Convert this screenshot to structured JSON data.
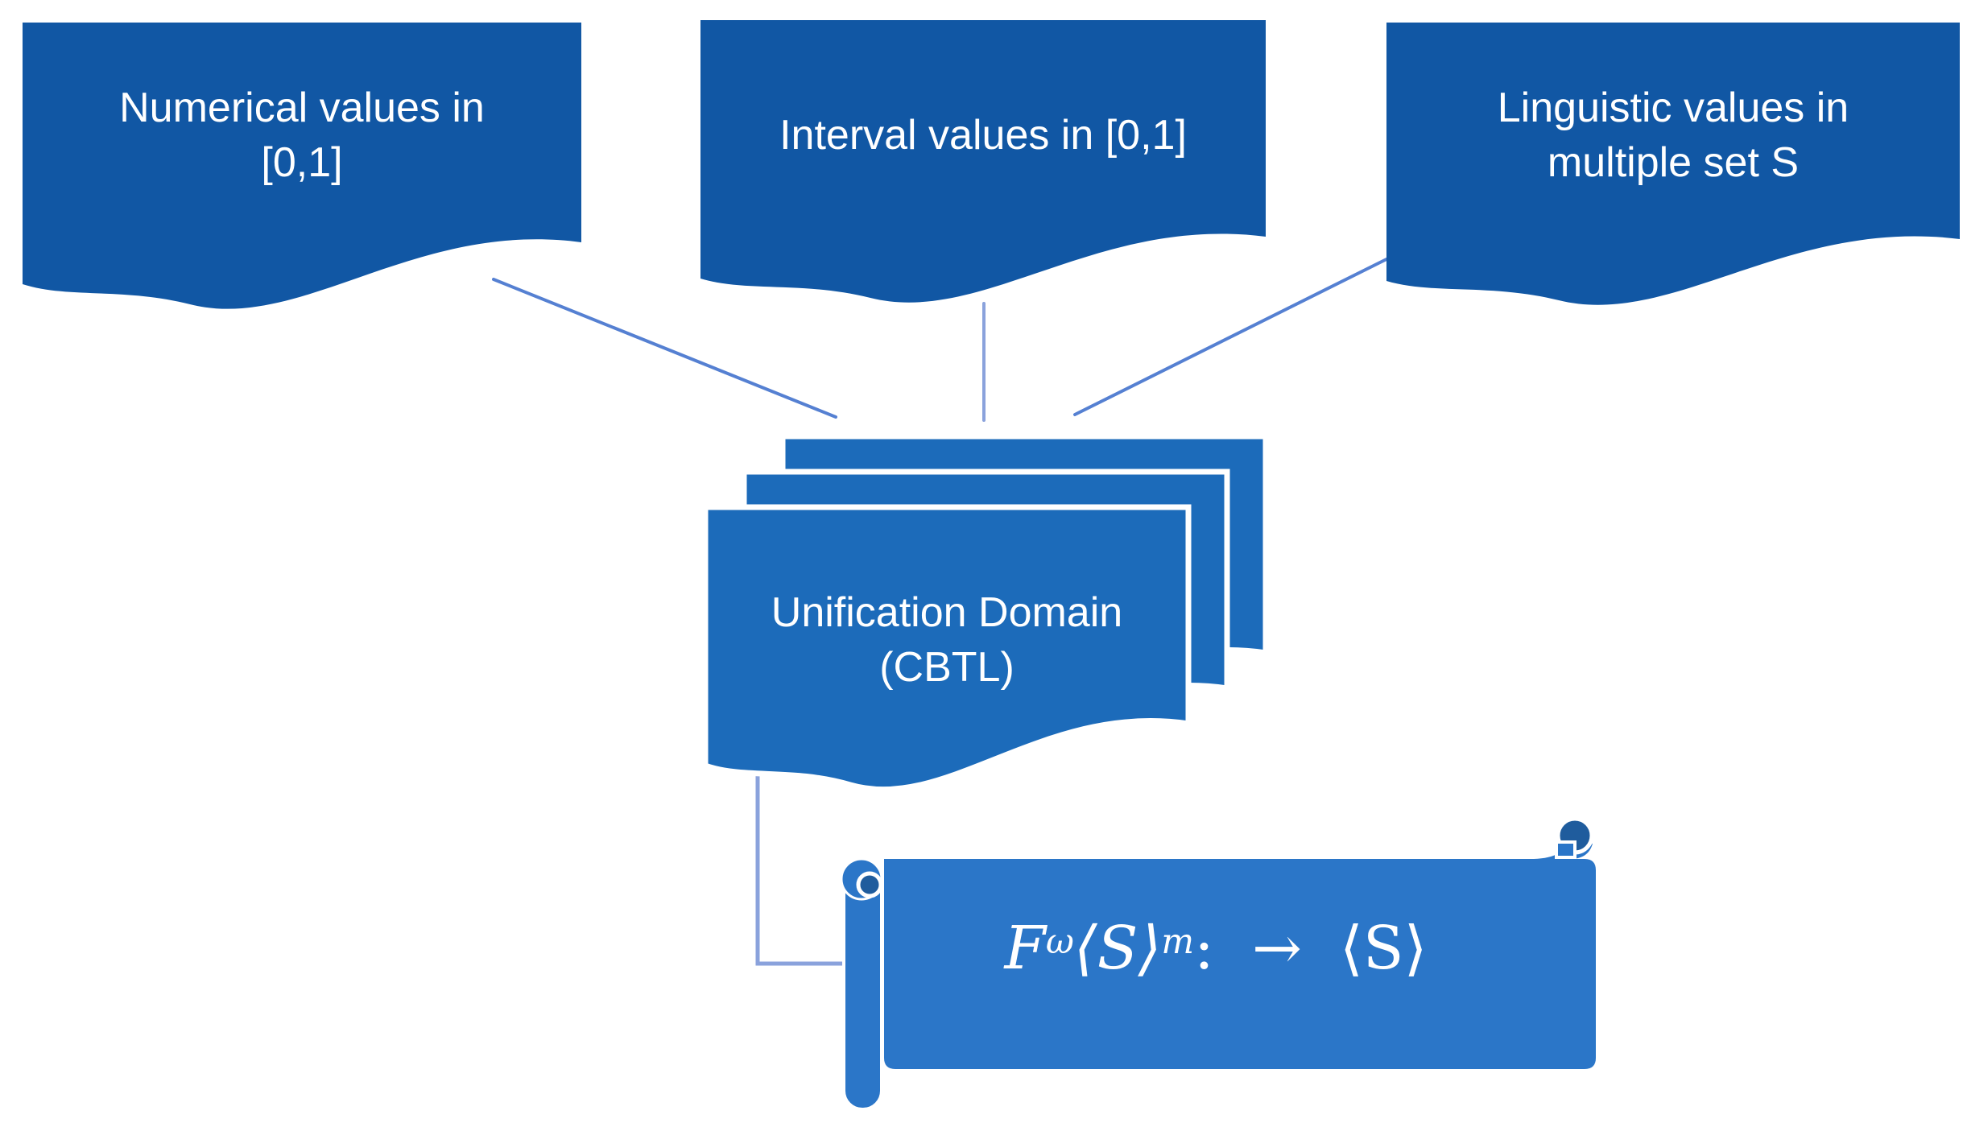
{
  "diagram": {
    "title": "Unification of value domains diagram",
    "colors": {
      "document_fill": "#1157A4",
      "stack_fill": "#1C6BBA",
      "scroll_fill": "#2B76C8",
      "scroll_dark": "#1F5C9D",
      "connector_diagonal": "#5580D2",
      "connector_elbow": "#8AA2DC",
      "text": "#FFFFFF",
      "background": "#FFFFFF"
    },
    "sources": [
      {
        "id": "numerical",
        "label": "Numerical values in\n[0,1]"
      },
      {
        "id": "interval",
        "label": "Interval values in [0,1]"
      },
      {
        "id": "linguistic",
        "label": "Linguistic values in\nmultiple set S"
      }
    ],
    "unification": {
      "label": "Unification Domain\n(CBTL)"
    },
    "formula": {
      "base": "F",
      "sup_omega": "ω",
      "angle_s1": "⟨S⟩",
      "sup_m": "m",
      "tail": ":  →  ⟨S⟩"
    }
  }
}
